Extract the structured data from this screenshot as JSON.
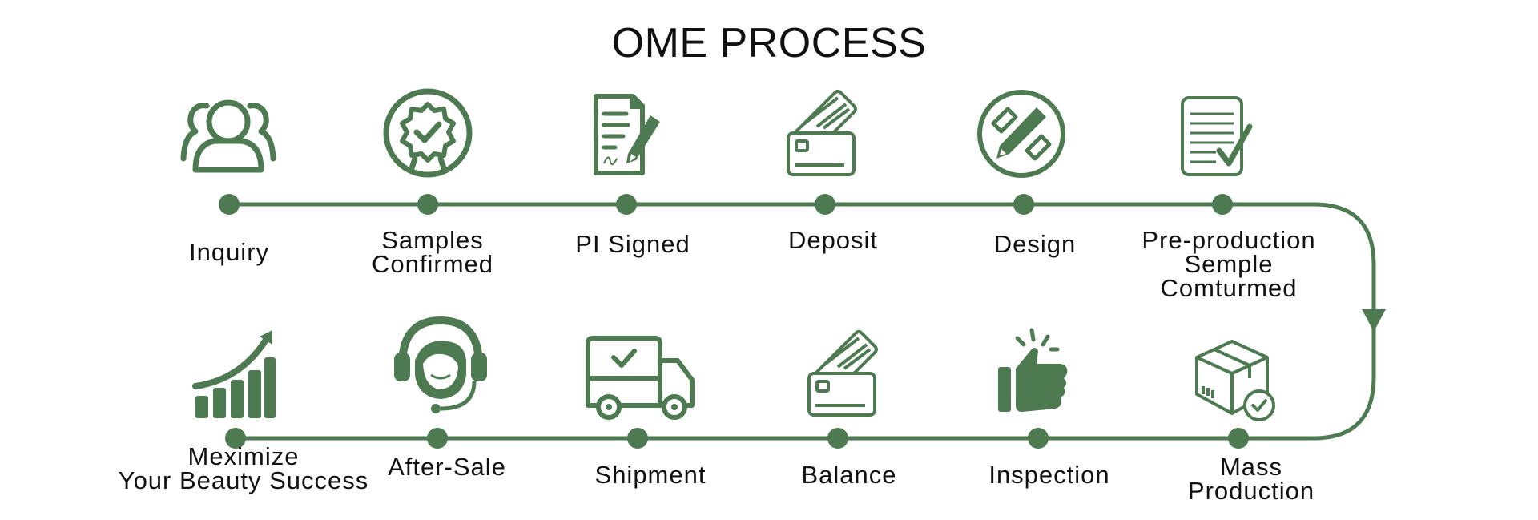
{
  "title": "OME PROCESS",
  "colors": {
    "accent": "#4e7a52",
    "text": "#111111",
    "background": "#ffffff"
  },
  "steps": [
    {
      "order": 1,
      "icon": "users-icon",
      "lines": [
        "Inquiry"
      ]
    },
    {
      "order": 2,
      "icon": "approved-badge-icon",
      "lines": [
        "Samples",
        "Confirmed"
      ]
    },
    {
      "order": 3,
      "icon": "signed-document-icon",
      "lines": [
        "PI Signed"
      ]
    },
    {
      "order": 4,
      "icon": "credit-card-icon",
      "lines": [
        "Deposit"
      ]
    },
    {
      "order": 5,
      "icon": "pencil-design-icon",
      "lines": [
        "Design"
      ]
    },
    {
      "order": 6,
      "icon": "checklist-icon",
      "lines": [
        "Pre-production",
        "Semple",
        "Comturmed"
      ]
    },
    {
      "order": 7,
      "icon": "package-check-icon",
      "lines": [
        "Mass",
        "Production"
      ]
    },
    {
      "order": 8,
      "icon": "thumbs-up-icon",
      "lines": [
        "Inspection"
      ]
    },
    {
      "order": 9,
      "icon": "credit-card-icon",
      "lines": [
        "Balance"
      ]
    },
    {
      "order": 10,
      "icon": "delivery-truck-icon",
      "lines": [
        "Shipment"
      ]
    },
    {
      "order": 11,
      "icon": "headset-support-icon",
      "lines": [
        "After-Sale"
      ]
    },
    {
      "order": 12,
      "icon": "growth-chart-icon",
      "lines": [
        "Meximize",
        "Your Beauty Success"
      ]
    }
  ]
}
